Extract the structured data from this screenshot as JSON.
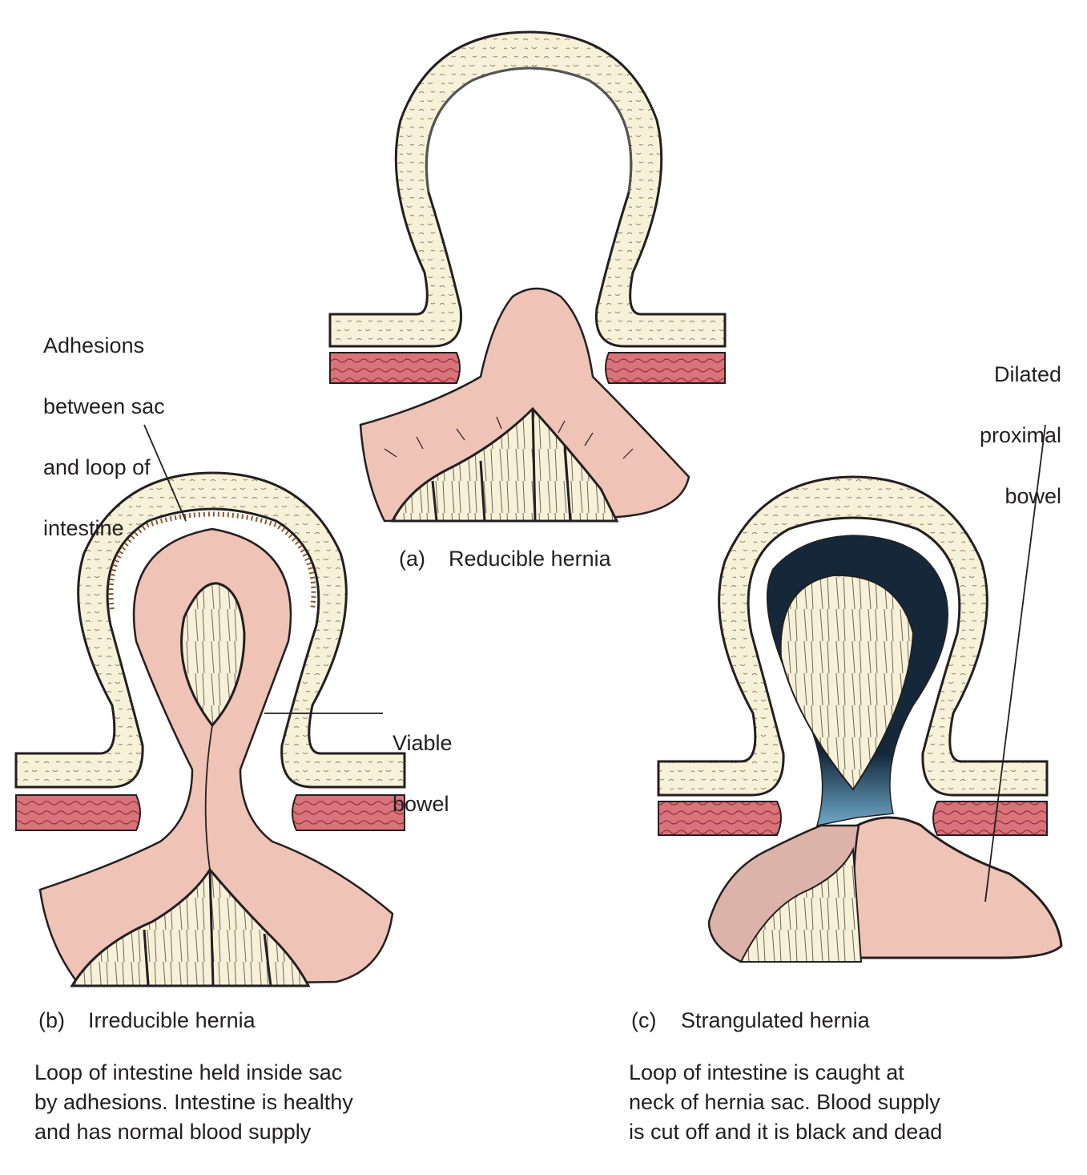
{
  "colors": {
    "sac_fill": "#f7f1d8",
    "muscle": "#d9737a",
    "bowel": "#efc3b6",
    "dead_bowel": "#14283a",
    "outline": "#231f20"
  },
  "labels": {
    "adhesions": [
      "Adhesions",
      "between sac",
      "and loop of",
      "intestine"
    ],
    "dilated": [
      "Dilated",
      "proximal",
      "bowel"
    ],
    "viable": [
      "Viable",
      "bowel"
    ]
  },
  "panels": {
    "a": {
      "tag": "(a)",
      "caption": "Reducible hernia"
    },
    "b": {
      "tag": "(b)",
      "caption": "Irreducible hernia",
      "description": [
        "Loop of intestine held inside sac",
        "by adhesions. Intestine is healthy",
        "and has normal blood supply"
      ]
    },
    "c": {
      "tag": "(c)",
      "caption": "Strangulated hernia",
      "description": [
        "Loop of intestine is caught at",
        "neck of hernia sac. Blood supply",
        "is cut off and it is black and dead"
      ]
    }
  }
}
